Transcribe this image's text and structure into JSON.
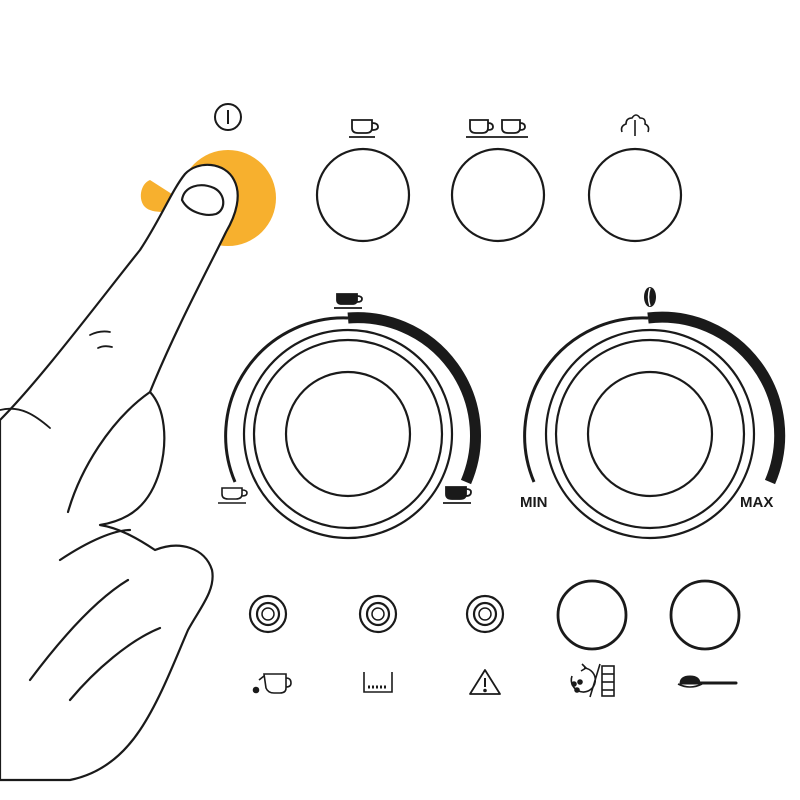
{
  "accent_color": "#F7B02E",
  "line_color": "#1a1a1a",
  "buttons": [
    {
      "icon": "power-icon",
      "pressed": true
    },
    {
      "icon": "single-cup-icon",
      "pressed": false
    },
    {
      "icon": "double-cup-icon",
      "pressed": false
    },
    {
      "icon": "steam-icon",
      "pressed": false
    }
  ],
  "dials": {
    "cup_size": {
      "left_icon": "small-cup-icon",
      "top_icon": "medium-cup-icon",
      "right_icon": "large-cup-icon"
    },
    "strength": {
      "min_label": "MIN",
      "max_label": "MAX",
      "top_icon": "coffee-bean-icon"
    }
  },
  "indicators": [
    {
      "icon": "descale-kettle-icon",
      "type": "lamp"
    },
    {
      "icon": "water-tank-icon",
      "type": "lamp"
    },
    {
      "icon": "warning-icon",
      "type": "lamp"
    },
    {
      "icon": "rinse-filter-icon",
      "type": "button"
    },
    {
      "icon": "ground-coffee-spoon-icon",
      "type": "button"
    }
  ],
  "illustration": {
    "hand": "finger-pressing-power-button"
  }
}
